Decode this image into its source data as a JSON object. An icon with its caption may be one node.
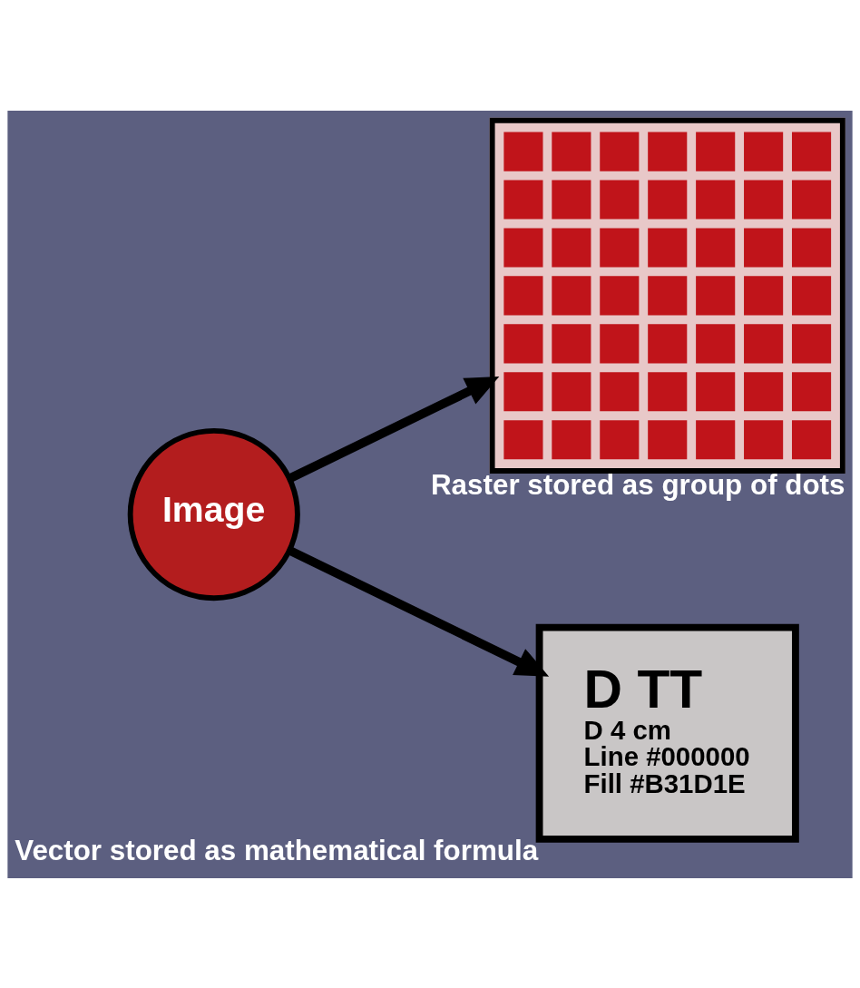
{
  "diagram": {
    "nodes": [
      {
        "text": [
          "Image"
        ]
      },
      {
        "text": [],
        "shape": "box",
        "beside": [
          "Raster stored as group of dots"
        ]
      },
      {
        "text": [
          "D TT",
          "D 4 cm",
          "Line #000000",
          "Fill #B31D1E"
        ],
        "beside": [
          "Vector stored as mathematical formula"
        ]
      }
    ],
    "edges": [
      {
        "from": 0,
        "to": 1,
        "arrow": "to"
      },
      {
        "from": 0,
        "to": 2,
        "arrow": "to"
      }
    ]
  }
}
